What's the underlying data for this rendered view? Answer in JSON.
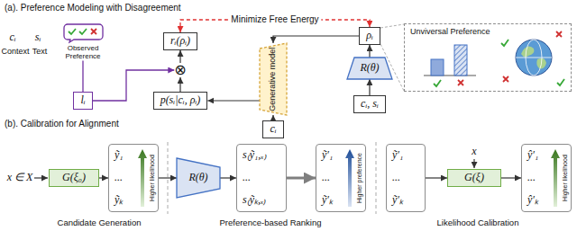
{
  "diagram": {
    "nodes": [
      {
        "text": [
          "Observed Preference"
        ]
      },
      {
        "text": [
          "lᵢ"
        ]
      },
      {
        "text": [
          "⊗"
        ]
      },
      {
        "text": [
          "rᵢ(ρᵢ)"
        ]
      },
      {
        "text": [
          "p(sᵢ|cᵢ, ρᵢ)"
        ]
      },
      {
        "text": [
          "Generative model"
        ]
      },
      {
        "text": [
          "cᵢ"
        ]
      },
      {
        "text": [
          "ρᵢ"
        ]
      },
      {
        "text": [
          "R(θ)"
        ]
      },
      {
        "text": [
          "cᵢ, sᵢ"
        ]
      },
      {
        "text": [
          "Unviversal Preference"
        ]
      },
      {
        "text": [
          "G(ξ₀)"
        ]
      },
      {
        "text": [
          "ỹ₁",
          "...",
          "ỹₖ"
        ]
      },
      {
        "text": [
          "R(θ)"
        ]
      },
      {
        "text": [
          "s₍ỹ₁,ₓ₎",
          "...",
          "s₍ỹₖ,ₓ₎"
        ]
      },
      {
        "text": [
          "ỹ′₁",
          "...",
          "ỹ′ₖ"
        ]
      },
      {
        "text": [
          "ỹ′₁",
          "...",
          "ỹ′ₖ"
        ]
      },
      {
        "text": [
          "G(ξ)"
        ]
      },
      {
        "text": [
          "ŷ′₁",
          "...",
          "ŷ′ₖ"
        ]
      }
    ],
    "edges": [
      {
        "from": 0,
        "to": 1,
        "arrow": "none"
      },
      {
        "from": 1,
        "to": 2,
        "arrow": "to"
      },
      {
        "from": 4,
        "to": 2,
        "arrow": "to"
      },
      {
        "from": 2,
        "to": 3,
        "arrow": "to"
      },
      {
        "from": 5,
        "to": 4,
        "arrow": "to"
      },
      {
        "from": 6,
        "to": 5,
        "arrow": "to"
      },
      {
        "from": 7,
        "to": 5,
        "arrow": "to"
      },
      {
        "from": 8,
        "to": 7,
        "arrow": "to"
      },
      {
        "from": 9,
        "to": 8,
        "arrow": "to"
      },
      {
        "from": 3,
        "to": 7,
        "label": "Minimize Free Energy",
        "arrow": "both"
      },
      {
        "from": 11,
        "to": 12,
        "arrow": "to"
      },
      {
        "from": 12,
        "to": 13,
        "arrow": "to"
      },
      {
        "from": 13,
        "to": 14,
        "arrow": "to"
      },
      {
        "from": 14,
        "to": 15,
        "arrow": "to"
      },
      {
        "from": 16,
        "to": 17,
        "arrow": "to"
      },
      {
        "from": 17,
        "to": 18,
        "arrow": "to"
      }
    ],
    "labels": [
      "(a). Preference Modeling with Disagreement",
      "cᵢ",
      "sᵢ",
      "Context",
      "Text",
      "(b). Calibration for Alignment",
      "x ∈ X",
      "Higher likelihood",
      "Higher preference",
      "x",
      "Higher likelihood",
      "Candidate Generation",
      "Preference-based Ranking",
      "Likelihood Calibration"
    ]
  }
}
